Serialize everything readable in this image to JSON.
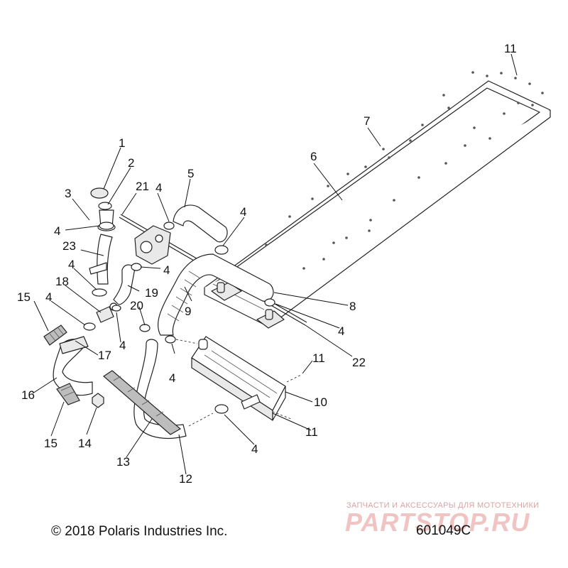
{
  "diagram": {
    "callouts": [
      "1",
      "2",
      "3",
      "4",
      "5",
      "6",
      "7",
      "8",
      "9",
      "10",
      "11",
      "12",
      "13",
      "14",
      "15",
      "16",
      "17",
      "18",
      "19",
      "20",
      "21",
      "22",
      "23"
    ]
  },
  "footer": {
    "copyright": "© 2018 Polaris Industries Inc.",
    "code": "601049C"
  },
  "watermark": {
    "tagline": "ЗАПЧАСТИ И АКСЕССУАРЫ ДЛЯ МОТОТЕХНИКИ",
    "logo": "PARTSTOP.RU"
  },
  "colors": {
    "line": "#222222",
    "part_fill": "#e9e9e9",
    "watermark": "#f1c4c4"
  }
}
